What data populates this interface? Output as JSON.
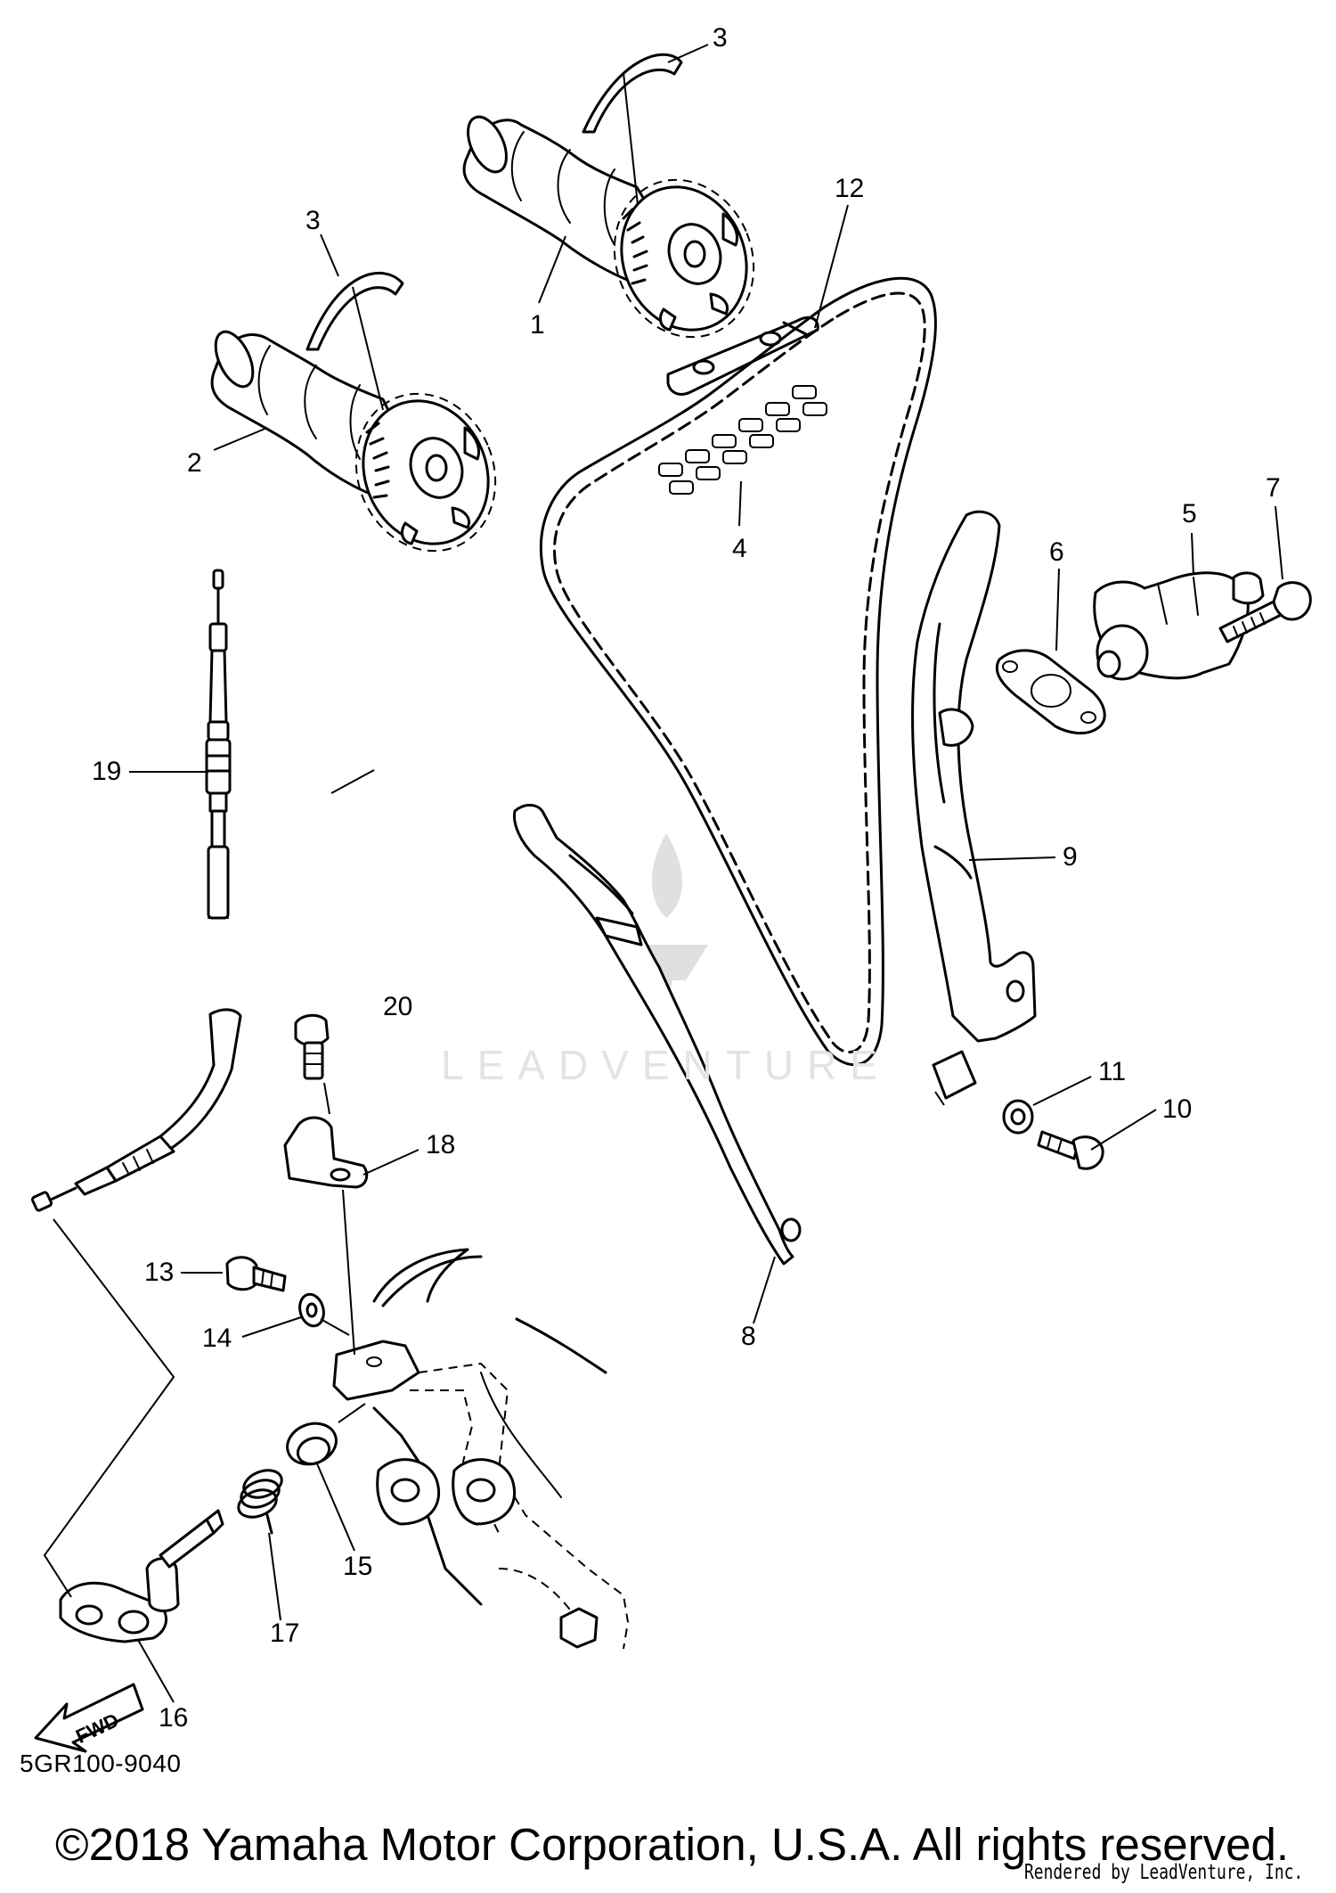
{
  "diagram": {
    "code": "5GR100-9040",
    "fwd_label": "FWD",
    "watermark": "LEADVENTURE"
  },
  "callouts": {
    "c1": "1",
    "c2": "2",
    "c3a": "3",
    "c3b": "3",
    "c4": "4",
    "c5": "5",
    "c6": "6",
    "c7": "7",
    "c8": "8",
    "c9": "9",
    "c10": "10",
    "c11": "11",
    "c12": "12",
    "c13": "13",
    "c14": "14",
    "c15": "15",
    "c16": "16",
    "c17": "17",
    "c18": "18",
    "c19": "19",
    "c20": "20"
  },
  "footer": {
    "copyright": "©2018 Yamaha Motor Corporation, U.S.A. All rights reserved.",
    "rendered_by": "Rendered by LeadVenture, Inc."
  }
}
